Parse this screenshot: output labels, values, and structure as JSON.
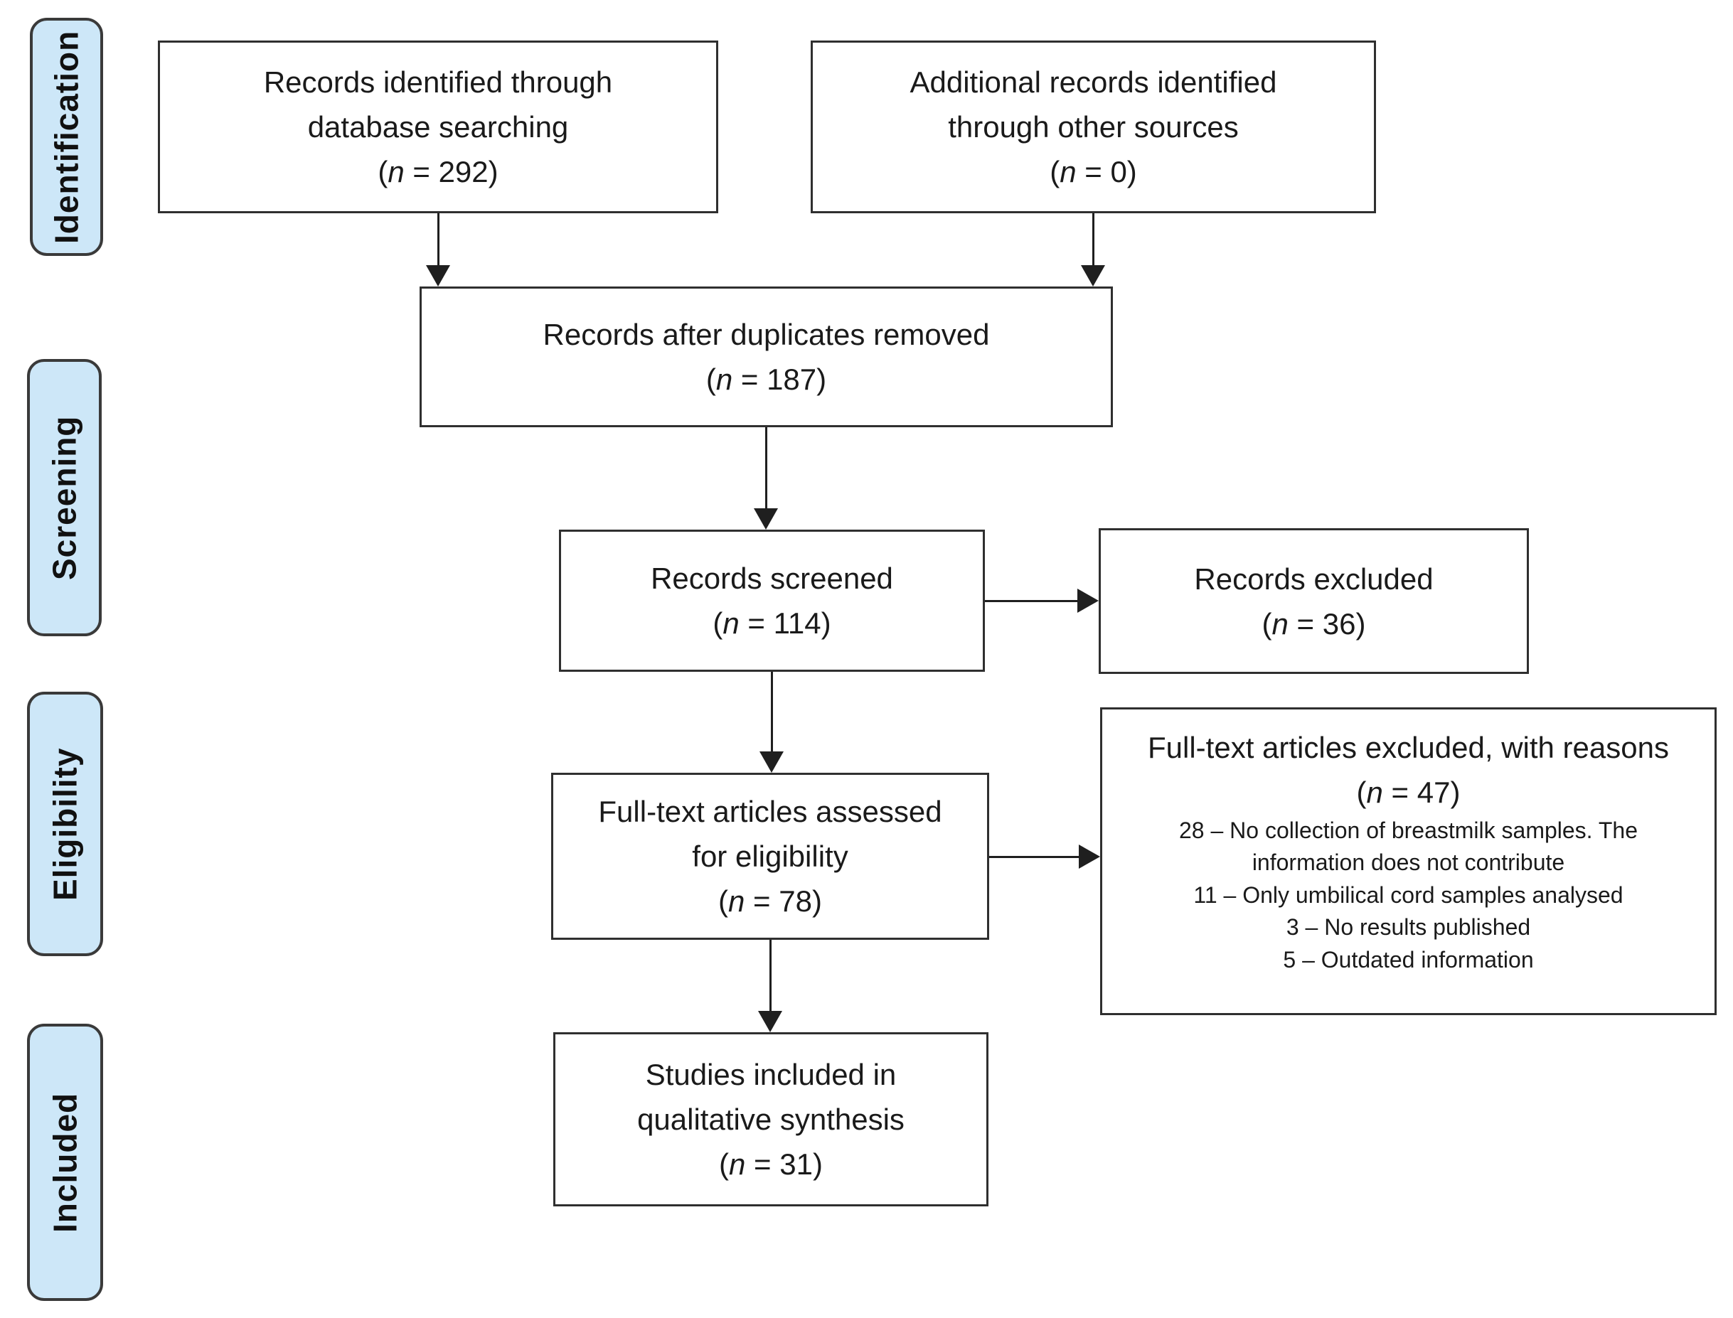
{
  "diagram_title": "PRISMA flow diagram",
  "colors": {
    "stage_fill": "#cde7f8",
    "stage_border": "#3a3a3a",
    "box_border": "#2f2f2f",
    "arrow": "#1f1f1f",
    "text": "#1a1a1a",
    "background": "#ffffff"
  },
  "n_fmt": {
    "open": "(",
    "var": "n",
    "eq": " = ",
    "close": ")"
  },
  "sidebar": {
    "items": [
      {
        "label": "Identification"
      },
      {
        "label": "Screening"
      },
      {
        "label": "Eligibility"
      },
      {
        "label": "Included"
      }
    ]
  },
  "boxes": {
    "identified": {
      "lines": [
        "Records identified through",
        "database searching"
      ],
      "n": "292"
    },
    "additional": {
      "lines": [
        "Additional records identified",
        "through other sources"
      ],
      "n": "0"
    },
    "deduplicated": {
      "lines": [
        "Records after duplicates removed"
      ],
      "n": "187"
    },
    "screened": {
      "lines": [
        "Records screened"
      ],
      "n": "114"
    },
    "records_excluded": {
      "lines": [
        "Records excluded"
      ],
      "n": "36"
    },
    "fulltext_assessed": {
      "lines": [
        "Full-text articles assessed",
        "for eligibility"
      ],
      "n": "78"
    },
    "fulltext_excluded": {
      "lines": [
        "Full-text articles excluded, with reasons"
      ],
      "n": "47",
      "reasons": [
        "28 – No collection of breastmilk samples. The information does not contribute",
        "11 – Only umbilical cord samples analysed",
        "3 – No results published",
        "5 – Outdated information"
      ]
    },
    "included_studies": {
      "lines": [
        "Studies included in",
        "qualitative synthesis"
      ],
      "n": "31"
    }
  }
}
